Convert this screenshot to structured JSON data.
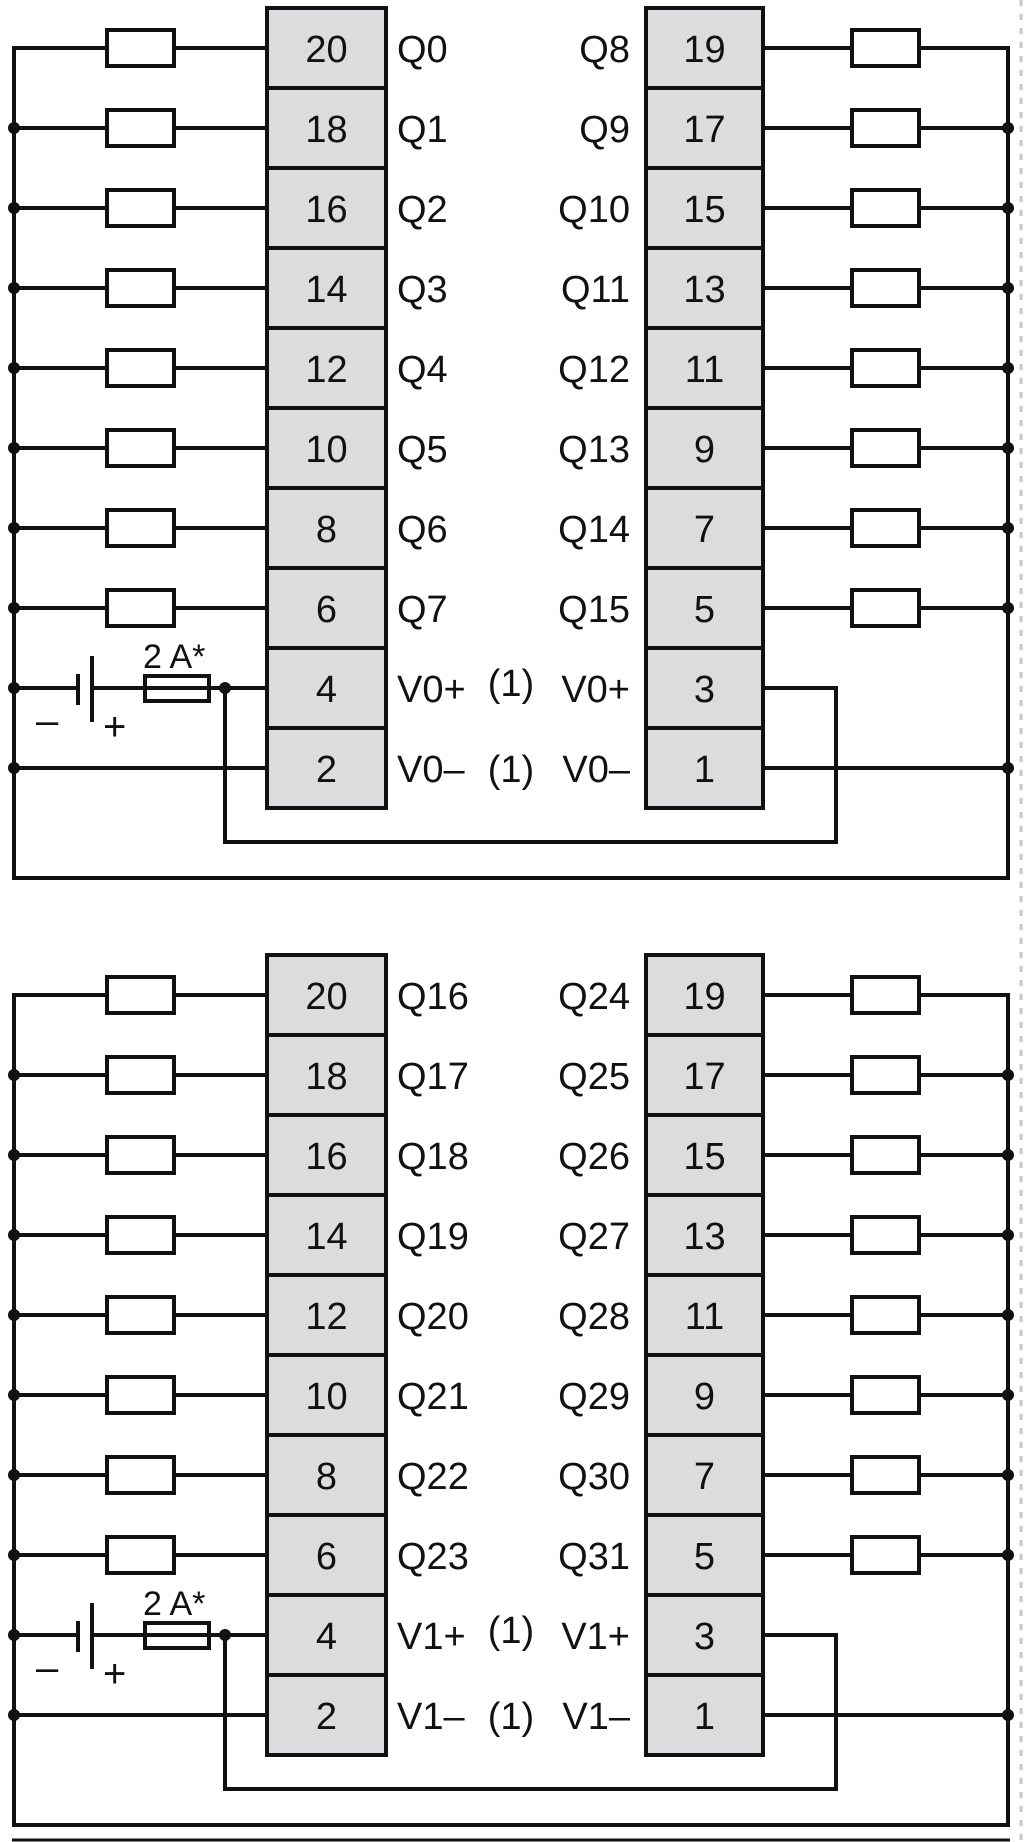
{
  "diagram": {
    "title": "Transistor output wiring diagram (two 16-channel groups)",
    "colors": {
      "wire": "#111111",
      "terminal_fill": "#dcdcde",
      "background": "#ffffff"
    },
    "fuse_label": "2 A*",
    "battery_minus": "–",
    "battery_plus": "+",
    "note_marker": "(1)",
    "blocks": [
      {
        "id": "group-0",
        "left_rows": [
          {
            "terminal": "20",
            "label": "Q0",
            "load": true
          },
          {
            "terminal": "18",
            "label": "Q1",
            "load": true
          },
          {
            "terminal": "16",
            "label": "Q2",
            "load": true
          },
          {
            "terminal": "14",
            "label": "Q3",
            "load": true
          },
          {
            "terminal": "12",
            "label": "Q4",
            "load": true
          },
          {
            "terminal": "10",
            "label": "Q5",
            "load": true
          },
          {
            "terminal": "8",
            "label": "Q6",
            "load": true
          },
          {
            "terminal": "6",
            "label": "Q7",
            "load": true
          },
          {
            "terminal": "4",
            "label": "V0+",
            "load": false
          },
          {
            "terminal": "2",
            "label": "V0–",
            "load": false
          }
        ],
        "right_rows": [
          {
            "terminal": "19",
            "label": "Q8",
            "load": true
          },
          {
            "terminal": "17",
            "label": "Q9",
            "load": true
          },
          {
            "terminal": "15",
            "label": "Q10",
            "load": true
          },
          {
            "terminal": "13",
            "label": "Q11",
            "load": true
          },
          {
            "terminal": "11",
            "label": "Q12",
            "load": true
          },
          {
            "terminal": "9",
            "label": "Q13",
            "load": true
          },
          {
            "terminal": "7",
            "label": "Q14",
            "load": true
          },
          {
            "terminal": "5",
            "label": "Q15",
            "load": true
          },
          {
            "terminal": "3",
            "label": "V0+",
            "load": false
          },
          {
            "terminal": "1",
            "label": "V0–",
            "load": false
          }
        ]
      },
      {
        "id": "group-1",
        "left_rows": [
          {
            "terminal": "20",
            "label": "Q16",
            "load": true
          },
          {
            "terminal": "18",
            "label": "Q17",
            "load": true
          },
          {
            "terminal": "16",
            "label": "Q18",
            "load": true
          },
          {
            "terminal": "14",
            "label": "Q19",
            "load": true
          },
          {
            "terminal": "12",
            "label": "Q20",
            "load": true
          },
          {
            "terminal": "10",
            "label": "Q21",
            "load": true
          },
          {
            "terminal": "8",
            "label": "Q22",
            "load": true
          },
          {
            "terminal": "6",
            "label": "Q23",
            "load": true
          },
          {
            "terminal": "4",
            "label": "V1+",
            "load": false
          },
          {
            "terminal": "2",
            "label": "V1–",
            "load": false
          }
        ],
        "right_rows": [
          {
            "terminal": "19",
            "label": "Q24",
            "load": true
          },
          {
            "terminal": "17",
            "label": "Q25",
            "load": true
          },
          {
            "terminal": "15",
            "label": "Q26",
            "load": true
          },
          {
            "terminal": "13",
            "label": "Q27",
            "load": true
          },
          {
            "terminal": "11",
            "label": "Q28",
            "load": true
          },
          {
            "terminal": "9",
            "label": "Q29",
            "load": true
          },
          {
            "terminal": "7",
            "label": "Q30",
            "load": true
          },
          {
            "terminal": "5",
            "label": "Q31",
            "load": true
          },
          {
            "terminal": "3",
            "label": "V1+",
            "load": false
          },
          {
            "terminal": "1",
            "label": "V1–",
            "load": false
          }
        ]
      }
    ]
  }
}
